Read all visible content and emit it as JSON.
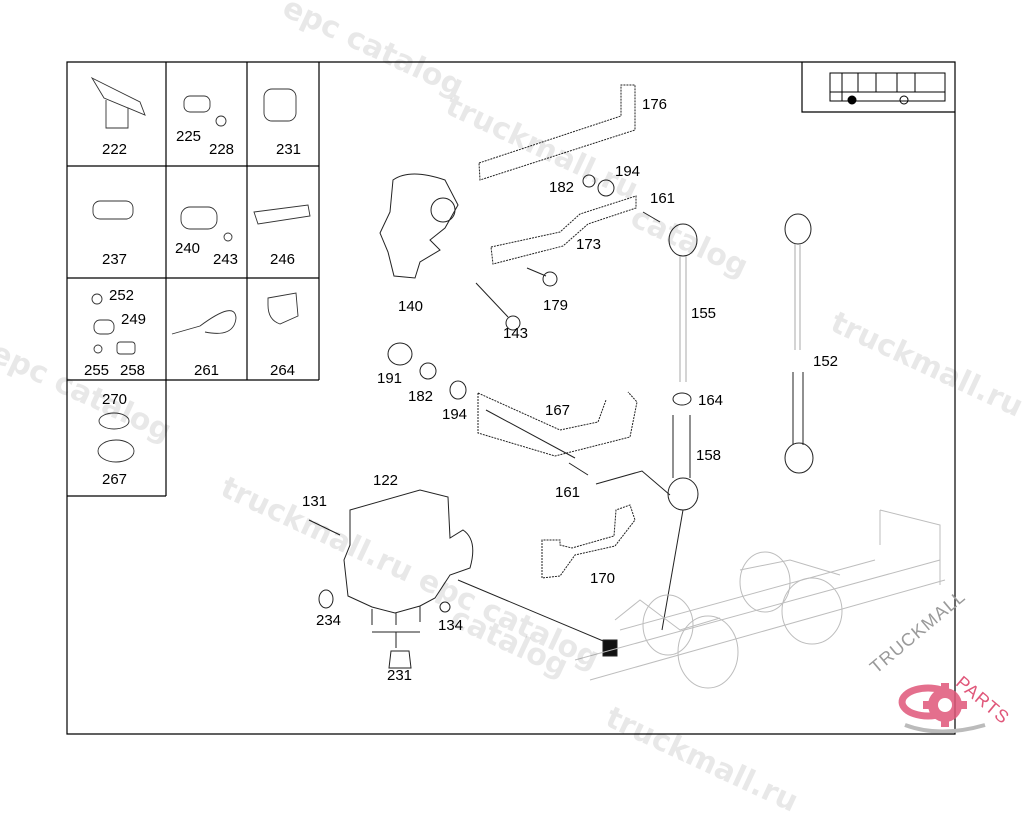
{
  "diagram": {
    "title_icon": "bus-icon",
    "inset_cells": [
      {
        "labels": [
          "222"
        ]
      },
      {
        "labels": [
          "225",
          "228"
        ]
      },
      {
        "labels": [
          "231"
        ]
      },
      {
        "labels": [
          "237"
        ]
      },
      {
        "labels": [
          "240",
          "243"
        ]
      },
      {
        "labels": [
          "246"
        ]
      },
      {
        "labels": [
          "252",
          "249",
          "255",
          "258"
        ]
      },
      {
        "labels": [
          "261"
        ]
      },
      {
        "labels": [
          "264"
        ]
      },
      {
        "labels": [
          "270",
          "267"
        ]
      }
    ],
    "callouts": {
      "p176": "176",
      "p194a": "194",
      "p182a": "182",
      "p161a": "161",
      "p173": "173",
      "p140": "140",
      "p179": "179",
      "p143": "143",
      "p155": "155",
      "p152": "152",
      "p191": "191",
      "p182b": "182",
      "p194b": "194",
      "p167": "167",
      "p164": "164",
      "p158": "158",
      "p161b": "161",
      "p122": "122",
      "p131": "131",
      "p170": "170",
      "p234": "234",
      "p134": "134",
      "p231": "231"
    }
  },
  "watermarks": {
    "epc_catalog": "epc catalog",
    "truckmall": "truckmall.ru",
    "truckmall_ru_epc": "truckmall.ru epc catalog",
    "catalog": "catalog"
  },
  "brand": {
    "part1": "TRUCKMALL",
    "part2": "PARTS",
    "accent": "#e0577a",
    "gray": "#9a9a9a"
  }
}
